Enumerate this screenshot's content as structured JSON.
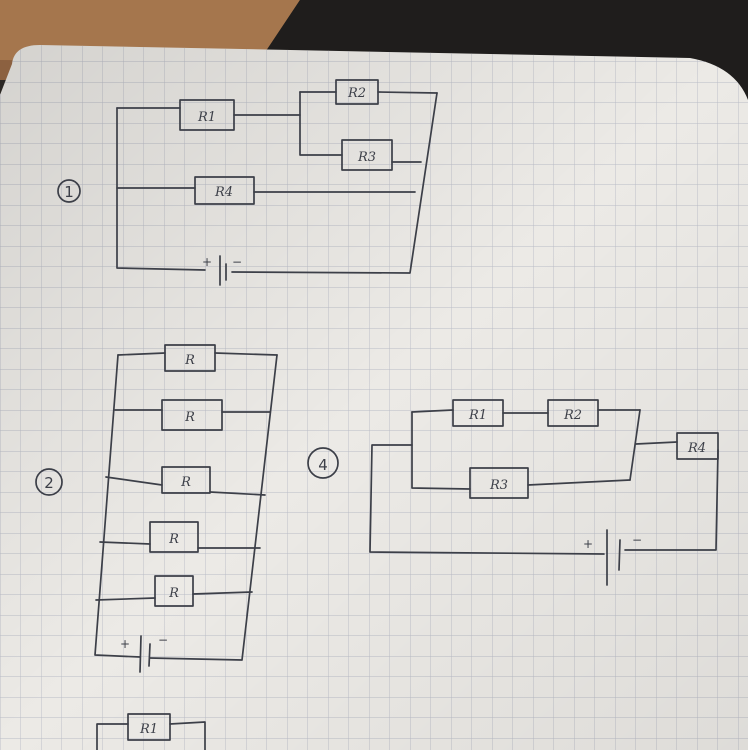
{
  "colors": {
    "paper": "#eceae6",
    "grid": "#b9bcc6",
    "ink": "#3c3f48",
    "desk": "#2e2a26",
    "wood": "#a5764d"
  },
  "circuit1": {
    "number": "1",
    "resistors": [
      "R1",
      "R2",
      "R3",
      "R4"
    ],
    "battery": {
      "plus": "+",
      "minus": "−"
    }
  },
  "circuit2": {
    "number": "2",
    "resistors": [
      "R",
      "R",
      "R",
      "R",
      "R"
    ],
    "battery": {
      "plus": "+",
      "minus": "−"
    }
  },
  "circuit4": {
    "number": "4",
    "resistors": [
      "R1",
      "R2",
      "R3",
      "R4"
    ],
    "battery": {
      "plus": "+",
      "minus": "−"
    }
  },
  "circuit_next": {
    "resistors": [
      "R1"
    ]
  }
}
